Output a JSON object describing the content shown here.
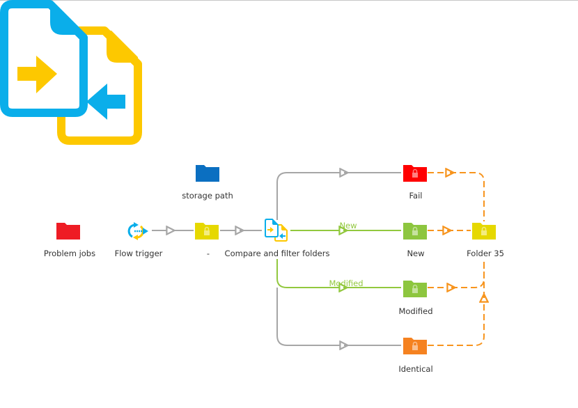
{
  "header_icon": "compare-files-icon",
  "colors": {
    "blue": "#0aaeea",
    "yellow": "#fdc800",
    "gray_line": "#a6a6a6",
    "green_line": "#92c83e",
    "orange_line": "#f7941d",
    "folder_red": "#ee1c24",
    "folder_fail_red": "#ff0000",
    "folder_yellow": "#e6d800",
    "folder_blue": "#0b6fc1",
    "folder_green": "#8dc63f",
    "folder_orange": "#f58220"
  },
  "nodes": {
    "problem_jobs": {
      "label": "Problem jobs",
      "icon": "folder-icon"
    },
    "flow_trigger": {
      "label": "Flow trigger",
      "icon": "flow-trigger-icon"
    },
    "dash_folder": {
      "label": "-",
      "icon": "locked-folder-icon"
    },
    "storage_path": {
      "label": "storage path",
      "icon": "folder-icon"
    },
    "compare": {
      "label": "Compare and filter folders",
      "icon": "compare-files-icon"
    },
    "fail": {
      "label": "Fail",
      "icon": "locked-folder-icon"
    },
    "new": {
      "label": "New",
      "icon": "locked-folder-icon"
    },
    "modified": {
      "label": "Modified",
      "icon": "locked-folder-icon"
    },
    "identical": {
      "label": "Identical",
      "icon": "locked-folder-icon"
    },
    "folder35": {
      "label": "Folder 35",
      "icon": "locked-folder-icon"
    }
  },
  "connections": {
    "new_label": "New",
    "modified_label": "Modified"
  }
}
